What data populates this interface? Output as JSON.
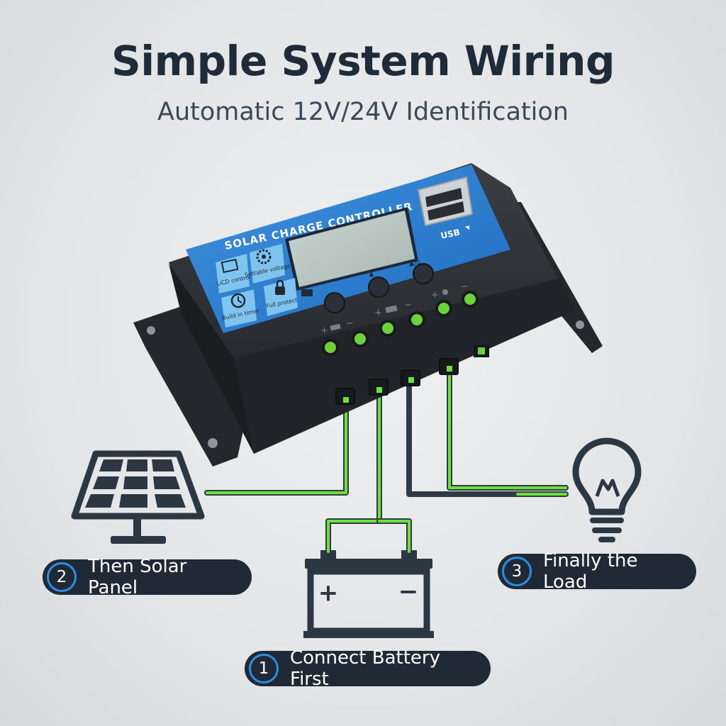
{
  "header": {
    "title": "Simple System Wiring",
    "subtitle": "Automatic 12V/24V Identification"
  },
  "controller": {
    "label": "SOLAR CHARGE CONTROLLER",
    "usb_label": "USB",
    "feature_icons": [
      {
        "label": "LiCD control",
        "icon": "chip-icon"
      },
      {
        "label": "Settable voltage",
        "icon": "gear-icon"
      },
      {
        "label": "Build in timer",
        "icon": "clock-icon"
      },
      {
        "label": "Full protect",
        "icon": "lock-icon"
      }
    ],
    "button_symbols": [
      "▲",
      "▲/0"
    ],
    "terminal_signs": {
      "plus": "+",
      "minus": "−"
    }
  },
  "battery": {
    "plus": "+",
    "minus": "−"
  },
  "steps": [
    {
      "num": "1",
      "text": "Connect Battery First"
    },
    {
      "num": "2",
      "text": "Then Solar Panel"
    },
    {
      "num": "3",
      "text": "Finally the Load"
    }
  ],
  "colors": {
    "background": "#e4e6e8",
    "title": "#1f2b38",
    "housing": "#2a2d31",
    "faceplate": "#2d7fd0",
    "lcd": "#b9c6c2",
    "wire_green": "#6ee03a",
    "wire_dark": "#2e3b47",
    "pill": "#1f2a36",
    "pill_ring": "#2b8ee6",
    "icon_dark": "#2b3742"
  }
}
